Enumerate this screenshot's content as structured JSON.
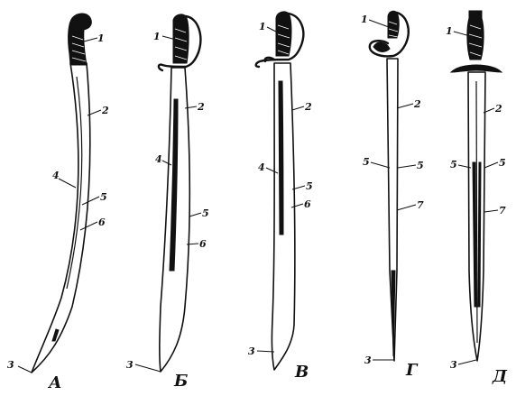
{
  "colors": {
    "ink": "#111111",
    "paper": "#ffffff"
  },
  "weapons": [
    {
      "letter": "А",
      "labels": [
        "1",
        "2",
        "4",
        "5",
        "6",
        "3"
      ]
    },
    {
      "letter": "Б",
      "labels": [
        "1",
        "2",
        "4",
        "5",
        "6",
        "3"
      ]
    },
    {
      "letter": "В",
      "labels": [
        "1",
        "2",
        "4",
        "5",
        "6",
        "3"
      ]
    },
    {
      "letter": "Г",
      "labels": [
        "1",
        "2",
        "5",
        "5",
        "7",
        "3"
      ]
    },
    {
      "letter": "Д",
      "labels": [
        "1",
        "2",
        "5",
        "5",
        "7",
        "3"
      ]
    }
  ]
}
